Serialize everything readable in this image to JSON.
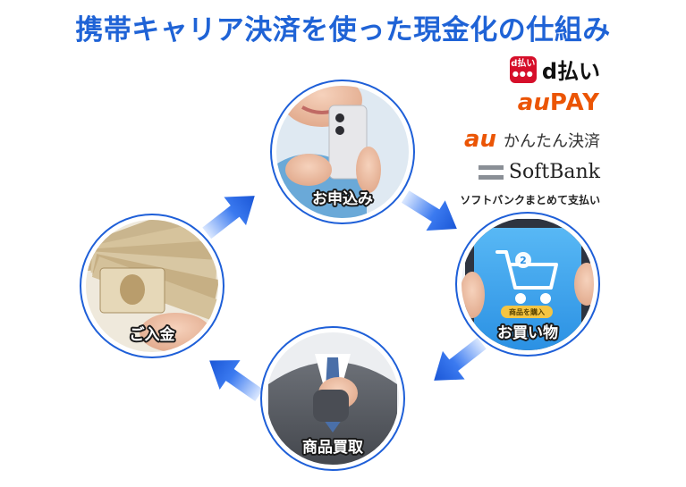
{
  "title": "携帯キャリア決済を使った現金化の仕組み",
  "steps": [
    {
      "label": "お申込み"
    },
    {
      "label": "お買い物"
    },
    {
      "label": "商品買取"
    },
    {
      "label": "ご入金"
    }
  ],
  "screen_button": "商品を購入",
  "screen_badge": "2",
  "payments": {
    "d_badge": "d払い",
    "d_text": "d払い",
    "aupay_au": "au",
    "aupay_pay": "PAY",
    "au_kantan_logo": "au",
    "au_kantan_text": "かんたん決済",
    "softbank_text": "SoftBank",
    "softbank_sub": "ソフトバンクまとめて支払い"
  },
  "colors": {
    "title": "#1f63d6",
    "ring": "#1e5fd8",
    "arrow": "#2f6ee8",
    "au": "#eb5505",
    "d_red": "#d60f2a"
  }
}
